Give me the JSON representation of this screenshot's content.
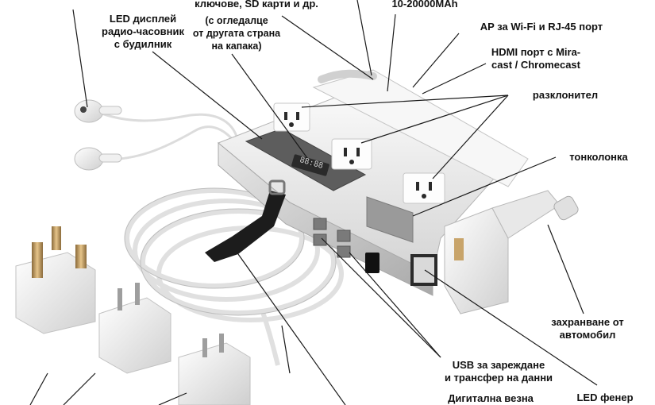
{
  "labels": {
    "led_display": [
      "LED дисплей",
      "радио-часовник",
      "с будилник"
    ],
    "storage": [
      "ключове, SD карти и др."
    ],
    "mirror": [
      "(с огледалце",
      "от другата страна",
      "на капака)"
    ],
    "powerbank": [
      "10-20000MAh"
    ],
    "ap_wifi": [
      "AP за Wi-Fi и RJ-45 порт"
    ],
    "hdmi": [
      "HDMI порт с Mira-",
      "cast / Chromecast"
    ],
    "splitter": [
      "разклонител"
    ],
    "speaker": [
      "тонколонка"
    ],
    "car_power": [
      "захранване от",
      "автомобил"
    ],
    "usb": [
      "USB за зареждане",
      "и трансфер на данни"
    ],
    "scale": [
      "Дигитална везна"
    ],
    "flashlight": [
      "LED фенер"
    ]
  },
  "device_display": [
    "88:88"
  ],
  "colors": {
    "text": "#111111",
    "line": "#1a1a1a",
    "device": "#f2f2f2",
    "device_shadow": "#c9c9c9",
    "strap": "#1c1c1c",
    "usb_port": "#7a7a7a"
  }
}
